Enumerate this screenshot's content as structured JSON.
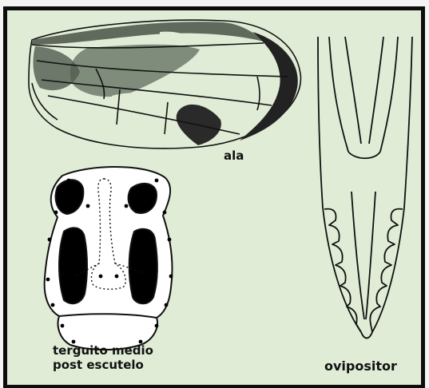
{
  "labels": {
    "wing": "ala",
    "mid_tergite_line1": "terguito medio",
    "mid_tergite_line2": "post escutelo",
    "ovipositor": "ovipositor"
  },
  "colors": {
    "panel_background": "#e0ecd6",
    "panel_border": "#0d0d0d",
    "outer_background": "#f4f4f4",
    "ink": "#111111",
    "wing_shading": "#5f6a5d",
    "tergite_fill": "#ffffff"
  }
}
